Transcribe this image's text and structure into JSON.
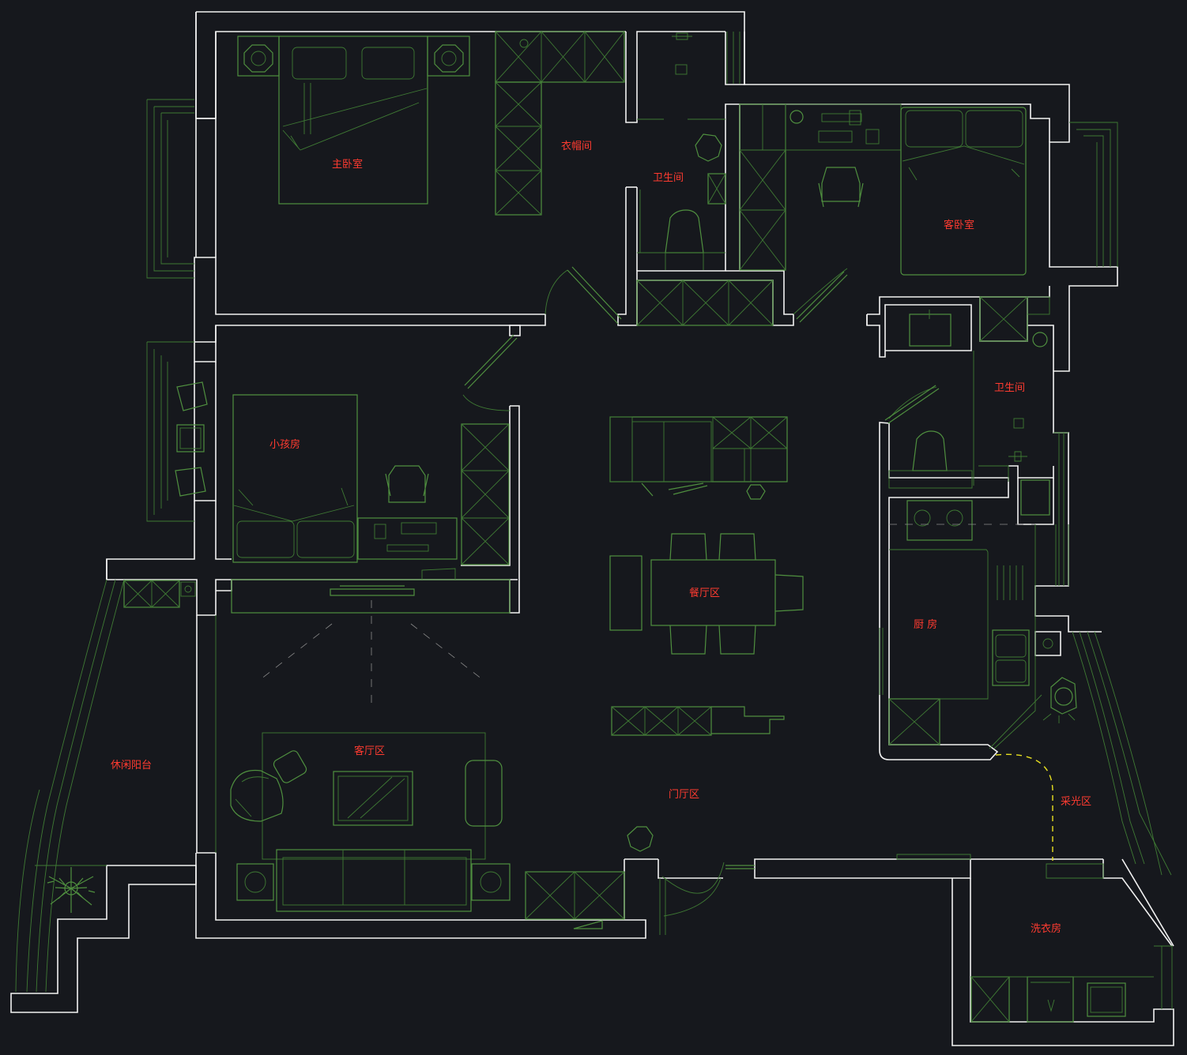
{
  "colors": {
    "background": "#16181d",
    "wall": "#f2f2f2",
    "furniture": "#4f8f3f",
    "label": "#ff3b30",
    "walkway": "#e8e020"
  },
  "rooms": {
    "master_bedroom": "主卧室",
    "cloakroom": "衣帽间",
    "bathroom_1": "卫生间",
    "guest_bedroom": "客卧室",
    "small_bedroom": "小孩房",
    "bathroom_2": "卫生间",
    "dining": "餐厅区",
    "kitchen": "厨 房",
    "leisure_balcony": "休闲阳台",
    "living": "客厅区",
    "entrance": "门厅区",
    "service_area": "采光区",
    "laundry": "洗衣房"
  }
}
